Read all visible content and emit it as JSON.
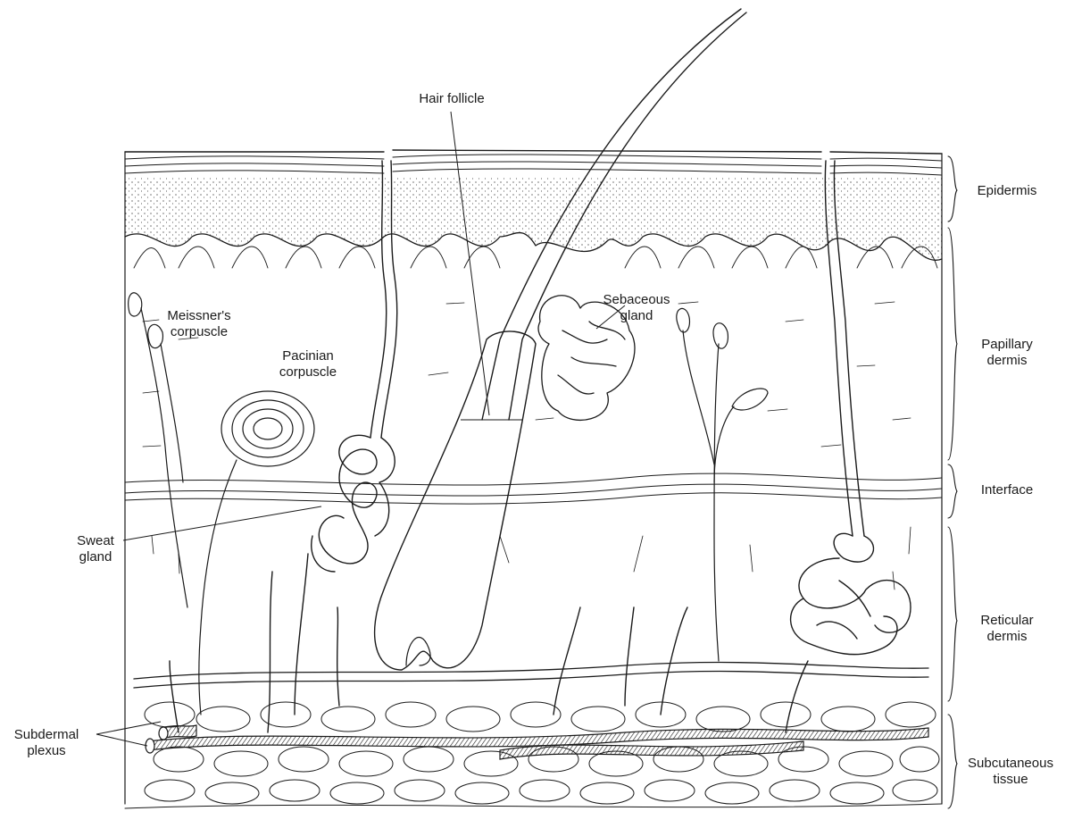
{
  "labels": {
    "hair_follicle": "Hair follicle",
    "meissners_corpuscle": [
      "Meissner's",
      "corpuscle"
    ],
    "pacinian_corpuscle": [
      "Pacinian",
      "corpuscle"
    ],
    "sebaceous_gland": [
      "Sebaceous",
      "gland"
    ],
    "sweat_gland": [
      "Sweat",
      "gland"
    ],
    "subdermal_plexus": [
      "Subdermal",
      "plexus"
    ]
  },
  "layers": {
    "epidermis": [
      "Epidermis"
    ],
    "papillary_dermis": [
      "Papillary",
      "dermis"
    ],
    "interface": [
      "Interface"
    ],
    "reticular_dermis": [
      "Reticular",
      "dermis"
    ],
    "subcutaneous_tissue": [
      "Subcutaneous",
      "tissue"
    ]
  },
  "colors": {
    "ink": "#1a1a1a",
    "background": "#ffffff"
  }
}
